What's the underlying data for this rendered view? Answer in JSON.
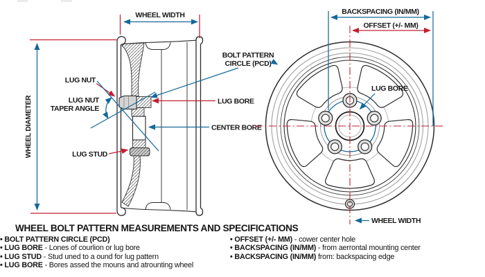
{
  "colors": {
    "blue": "#15689a",
    "red": "#c22033",
    "ink": "#1a1a1a",
    "gray_ring": "#a8a8a8"
  },
  "left_diagram": {
    "wheel_width_label": "WHEEL WIDTH",
    "wheel_diameter_label": "WHEEL DIAMETER",
    "lug_nut_label": "LUG NUT",
    "taper_label_line1": "LUG NUT",
    "taper_label_line2": "TAPER ANGLE",
    "lug_stud_label": "LUG STUD",
    "pcd_label_line1": "BOLT PATTERN",
    "pcd_label_line2": "CIRCLE (PCD)",
    "lug_bore_label": "LUG BORE",
    "center_bore_label": "CENTER BORE"
  },
  "right_diagram": {
    "backspacing_label": "BACKSPACING (IN/MM)",
    "offset_label": "OFFSET (+/- MM)",
    "lug_bore_label": "LUG BORE",
    "wheel_width_label": "WHEEL WIDTH"
  },
  "specs": {
    "heading": "WHEEL BOLT PATTERN MEASUREMENTS AND SPECIFICATIONS",
    "left_items": [
      {
        "term": "BOLT PATTERN CIRCLE (PCD)",
        "desc": ""
      },
      {
        "term": "LUG BORE",
        "desc": "- Lones of courlion or lug bore"
      },
      {
        "term": "LUG STUD",
        "desc": "- Stud uned to a ound for lug pattern"
      },
      {
        "term": "LUG BORE",
        "desc": "- Bores assed the mouns and atrounting wheel"
      }
    ],
    "right_items": [
      {
        "term": "OFFSET (+/- MM)",
        "desc": "- cower center hole"
      },
      {
        "term": "BACKSPACING (IN/MM)",
        "desc": "- from aerrontal mounting center"
      },
      {
        "term": "BACKSPACING (IN/MM)",
        "desc": "from: backspacing edge"
      }
    ]
  }
}
